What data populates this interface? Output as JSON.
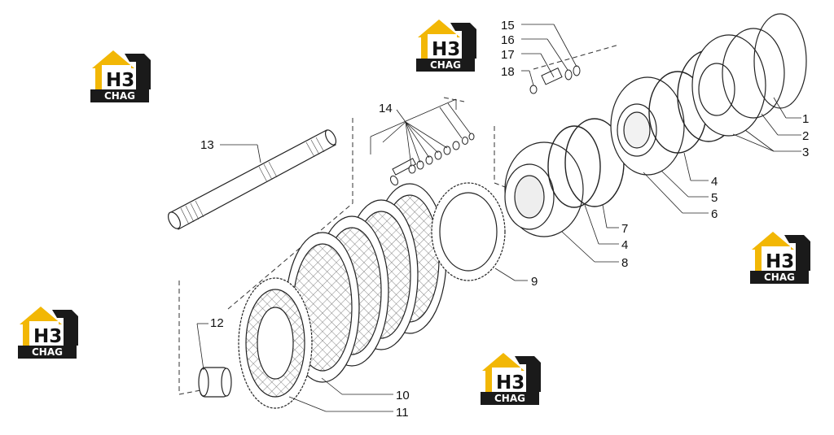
{
  "logo": {
    "mark": "H3",
    "brand": "CHAG",
    "accent": "#f2b705",
    "dark": "#1a1a1a"
  },
  "callouts": [
    {
      "id": "c1",
      "text": "1"
    },
    {
      "id": "c2",
      "text": "2"
    },
    {
      "id": "c3",
      "text": "3"
    },
    {
      "id": "c4a",
      "text": "4"
    },
    {
      "id": "c5",
      "text": "5"
    },
    {
      "id": "c6",
      "text": "6"
    },
    {
      "id": "c7",
      "text": "7"
    },
    {
      "id": "c4b",
      "text": "4"
    },
    {
      "id": "c8",
      "text": "8"
    },
    {
      "id": "c9",
      "text": "9"
    },
    {
      "id": "c10",
      "text": "10"
    },
    {
      "id": "c11",
      "text": "11"
    },
    {
      "id": "c12",
      "text": "12"
    },
    {
      "id": "c13",
      "text": "13"
    },
    {
      "id": "c14",
      "text": "14"
    },
    {
      "id": "c15",
      "text": "15"
    },
    {
      "id": "c16",
      "text": "16"
    },
    {
      "id": "c17",
      "text": "17"
    },
    {
      "id": "c18",
      "text": "18"
    }
  ]
}
